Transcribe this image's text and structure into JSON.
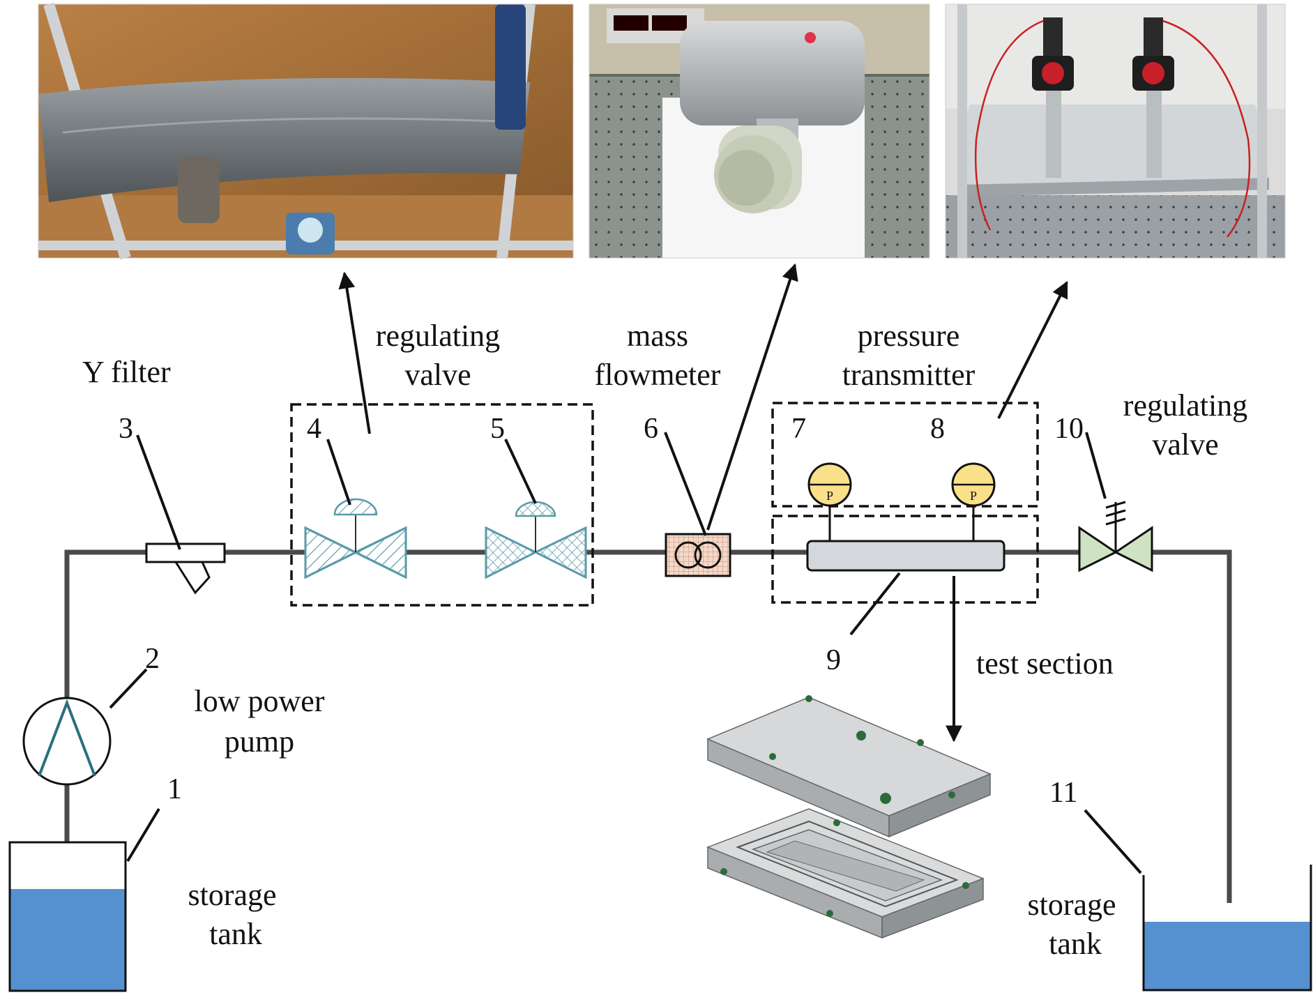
{
  "labels": {
    "y_filter": "Y filter",
    "regulating_valve_top": [
      "regulating",
      "valve"
    ],
    "mass_flowmeter": [
      "mass",
      "flowmeter"
    ],
    "pressure_transmitter": [
      "pressure",
      "transmitter"
    ],
    "regulating_valve_right": [
      "regulating",
      "valve"
    ],
    "test_section": "test section",
    "low_power_pump": [
      "low power",
      "pump"
    ],
    "storage_tank_left": [
      "storage",
      "tank"
    ],
    "storage_tank_right": [
      "storage",
      "tank"
    ],
    "pressure_symbol": "P"
  },
  "component_numbers": [
    "1",
    "2",
    "3",
    "4",
    "5",
    "6",
    "7",
    "8",
    "9",
    "10",
    "11"
  ],
  "colors": {
    "water": "#5590d0",
    "pipe": "#4a4a4a",
    "valve_hatch": "#5a9aa8",
    "valve_green": "#cfe3c2",
    "flowmeter_fill": "#f5d9c8",
    "gauge_fill": "#fbe08a",
    "test_section_fill": "#d4d8dc"
  },
  "photos": [
    {
      "depicts": "insulated-pipe-with-valves-photo"
    },
    {
      "depicts": "mass-flowmeter-photo"
    },
    {
      "depicts": "pressure-transmitters-photo"
    }
  ]
}
